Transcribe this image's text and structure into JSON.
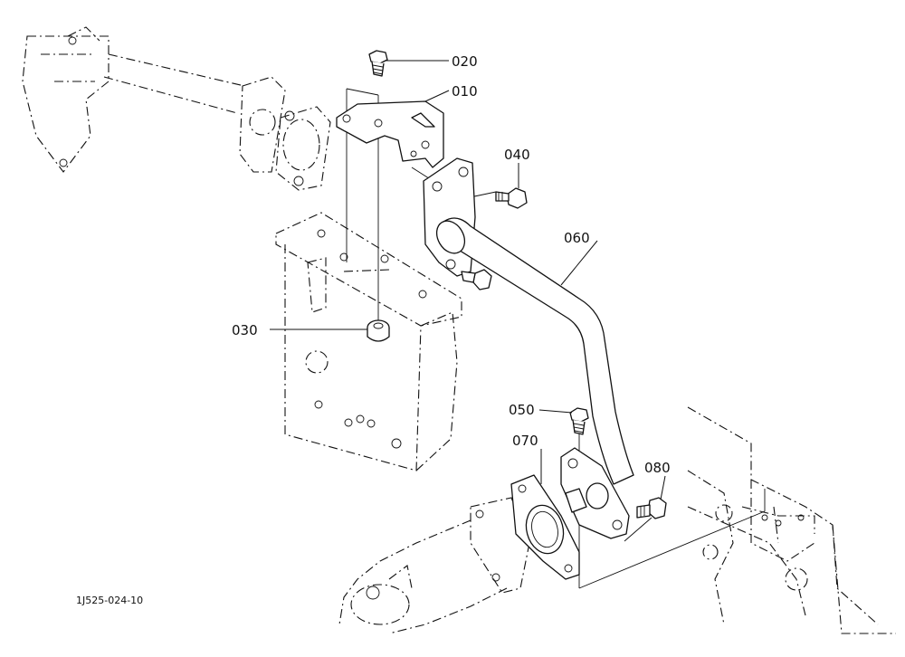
{
  "diagram": {
    "drawing_code": "1J525-024-10",
    "callouts": [
      {
        "key": "p010",
        "label": "010"
      },
      {
        "key": "p020",
        "label": "020"
      },
      {
        "key": "p030",
        "label": "030"
      },
      {
        "key": "p040",
        "label": "040"
      },
      {
        "key": "p050",
        "label": "050"
      },
      {
        "key": "p060",
        "label": "060"
      },
      {
        "key": "p070",
        "label": "070"
      },
      {
        "key": "p080",
        "label": "080"
      }
    ]
  }
}
